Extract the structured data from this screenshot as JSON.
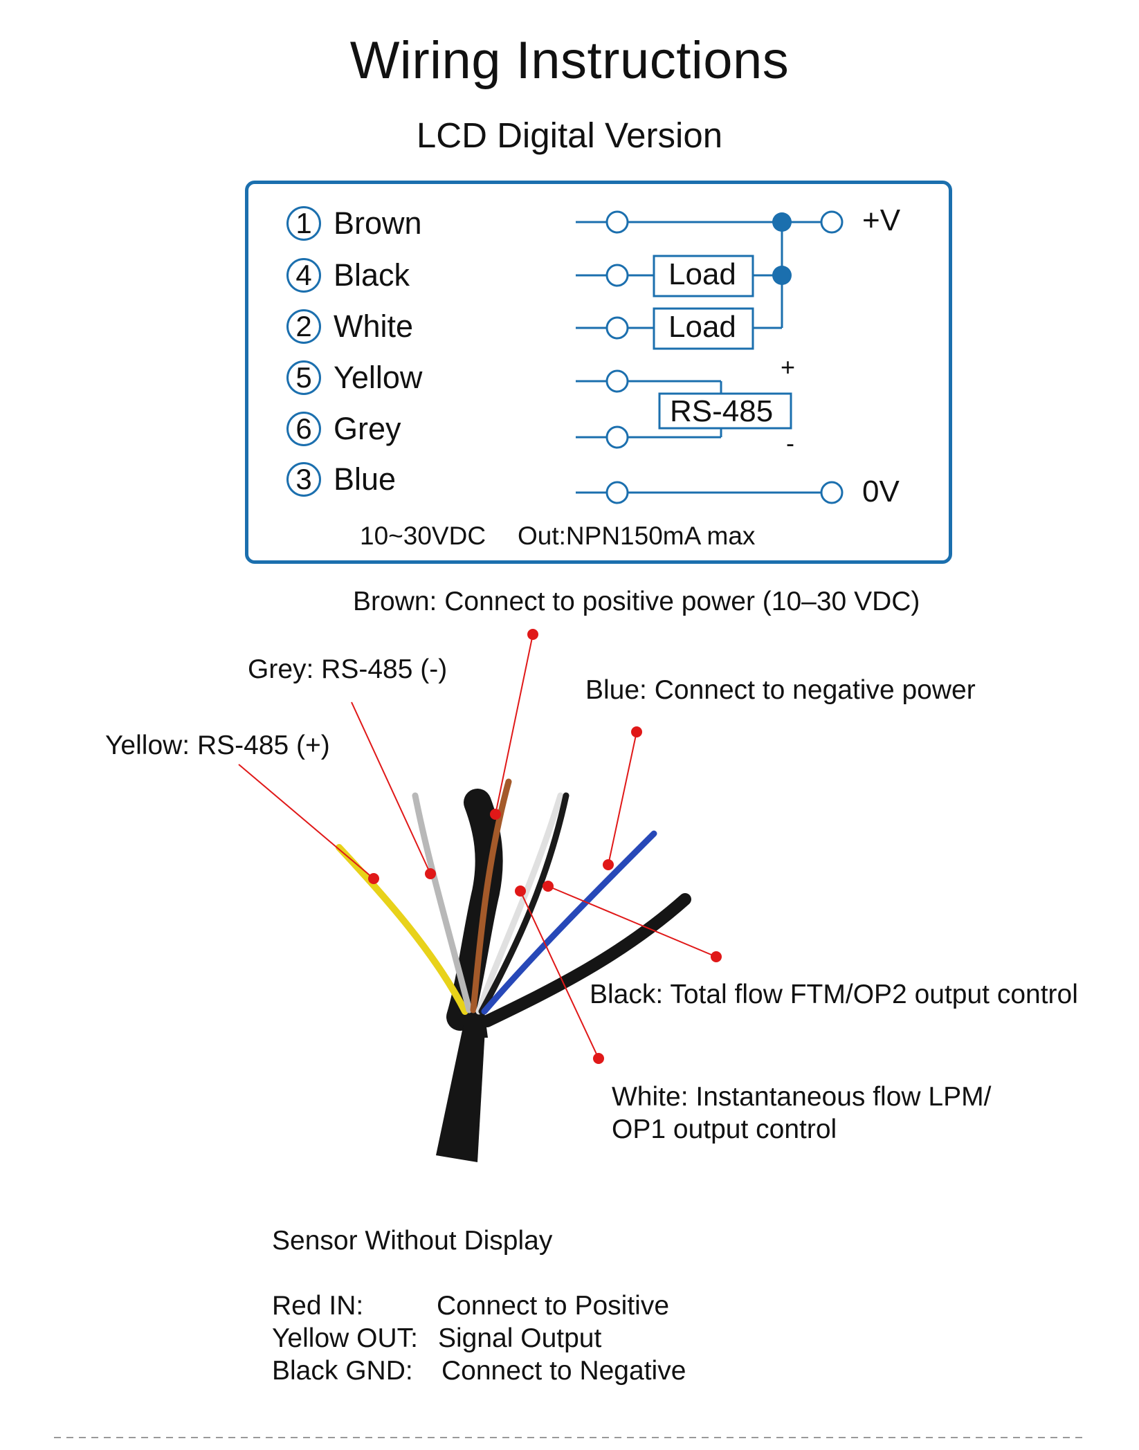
{
  "title": "Wiring Instructions",
  "subtitle": "LCD Digital Version",
  "wires": [
    {
      "num": "1",
      "name": "Brown"
    },
    {
      "num": "4",
      "name": "Black"
    },
    {
      "num": "2",
      "name": "White"
    },
    {
      "num": "5",
      "name": "Yellow"
    },
    {
      "num": "6",
      "name": "Grey"
    },
    {
      "num": "3",
      "name": "Blue"
    }
  ],
  "circuit": {
    "plus_v": "+V",
    "zero_v": "0V",
    "load_1": "Load",
    "load_2": "Load",
    "rs485": "RS-485",
    "plus": "+",
    "minus": "-"
  },
  "spec": {
    "voltage": "10~30VDC",
    "output": "Out:NPN150mA  max"
  },
  "callouts": {
    "brown": "Brown: Connect to positive power (10–30 VDC)",
    "grey": "Grey: RS-485 (-)",
    "blue": "Blue: Connect to negative power",
    "yellow": "Yellow: RS-485 (+)",
    "black": "Black: Total flow FTM/OP2 output control",
    "white_1": "White: Instantaneous flow LPM/",
    "white_2": "OP1 output control"
  },
  "sensor_without_display": {
    "heading": "Sensor Without Display",
    "rows": [
      {
        "label": "Red IN:",
        "value": "Connect to Positive"
      },
      {
        "label": "Yellow OUT:",
        "value": "Signal Output"
      },
      {
        "label": "Black GND:",
        "value": "Connect to Negative"
      }
    ]
  },
  "colors": {
    "accent_blue": "#1b6fae",
    "pointer_red": "#e01818"
  }
}
